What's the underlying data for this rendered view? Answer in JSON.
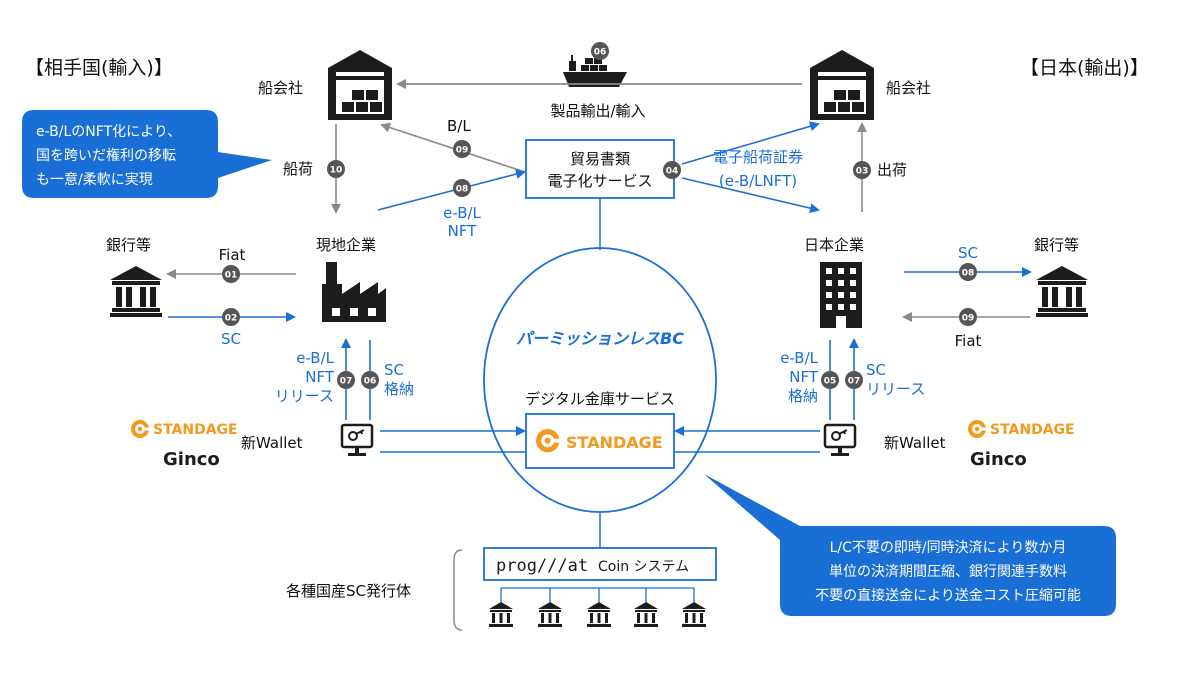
{
  "countries": {
    "left": "【相手国(輸入)】",
    "right": "【日本(輸出)】"
  },
  "nodes": {
    "shipping_left": "船会社",
    "shipping_right": "船会社",
    "local_company": "現地企業",
    "japan_company": "日本企業",
    "bank_left": "銀行等",
    "bank_right": "銀行等",
    "wallet_left": "新Wallet",
    "wallet_right": "新Wallet",
    "trade_service_line1": "貿易書類",
    "trade_service_line2": "電子化サービス",
    "permissionless_bc": "パーミッションレスBC",
    "vault_service": "デジタル金庫サービス",
    "standage_logo": "STANDAGE",
    "ginco_logo": "Ginco",
    "progmat_logo": "prog///at",
    "progmat_suffix": "Coin システム",
    "issuers": "各種国産SC発行体"
  },
  "flows": {
    "f01": {
      "num": "01",
      "label": "Fiat"
    },
    "f02": {
      "num": "02",
      "label": "SC"
    },
    "f03": {
      "num": "03",
      "label": "出荷"
    },
    "f04": {
      "num": "04",
      "label1": "電子船荷証券",
      "label2": "(e-B/LNFT)"
    },
    "f05": {
      "num": "05",
      "label1": "e-B/L",
      "label2": "NFT",
      "label3": "格納"
    },
    "f06": {
      "num": "06",
      "label": "製品輸出/輸入"
    },
    "f07_left": {
      "num": "07",
      "label1": "e-B/L",
      "label2": "NFT",
      "label3": "リリース"
    },
    "f06_left": {
      "num": "06",
      "label1": "SC",
      "label2": "格納"
    },
    "f07_right": {
      "num": "07",
      "label1": "SC",
      "label2": "リリース"
    },
    "f08_left": {
      "num": "08",
      "label1": "e-B/L",
      "label2": "NFT"
    },
    "f08_right": {
      "num": "08",
      "label": "SC"
    },
    "f09_left": {
      "num": "09",
      "label": "B/L"
    },
    "f09_right": {
      "num": "09",
      "label": "Fiat"
    },
    "f10": {
      "num": "10",
      "label": "船荷"
    }
  },
  "callouts": {
    "nft_line1": "e-B/LのNFT化により、",
    "nft_line2": "国を跨いだ権利の移転",
    "nft_line3": "も一意/柔軟に実現",
    "lc_line1": "L/C不要の即時/同時決済により数か月",
    "lc_line2": "単位の決済期間圧縮、銀行関連手数料",
    "lc_line3": "不要の直接送金により送金コスト圧縮可能"
  },
  "colors": {
    "blue": "#1a6fd6",
    "gray_arrow": "#8a8a8a",
    "dark_badge": "#555555",
    "standage_orange": "#f39a1e",
    "icon_black": "#1c1c1c"
  }
}
